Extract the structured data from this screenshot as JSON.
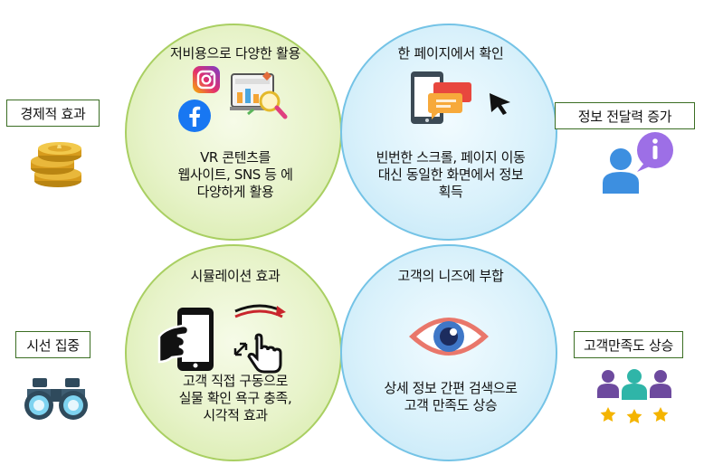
{
  "labels": {
    "economic": "경제적 효과",
    "info_delivery": "정보 전달력 증가",
    "attention": "시선 집중",
    "satisfaction": "고객만족도 상승"
  },
  "circles": [
    {
      "title": "저비용으로 다양한 활용",
      "desc": [
        "VR 콘텐츠를",
        "웹사이트, SNS 등 에",
        "다양하게 활용"
      ]
    },
    {
      "title": "한 페이지에서 확인",
      "desc": [
        "빈번한 스크롤, 페이지 이동",
        "대신 동일한 화면에서 정보",
        "획득"
      ]
    },
    {
      "title": "시뮬레이션 효과",
      "desc": [
        "고객 직접 구동으로",
        "실물 확인 욕구 충족,",
        "시각적 효과"
      ]
    },
    {
      "title": "고객의 니즈에 부합",
      "desc": [
        "상세 정보 간편 검색으로",
        "고객 만족도 상승"
      ]
    }
  ],
  "icons": {
    "coins": "coins-icon",
    "instagram": "instagram-icon",
    "facebook": "facebook-icon",
    "analytics": "analytics-icon",
    "phone_chat": "phone-chat-icon",
    "cursor": "cursor-icon",
    "person_info": "person-info-icon",
    "binoculars": "binoculars-icon",
    "hand_phone": "hand-phone-icon",
    "rotate_gesture": "rotate-gesture-icon",
    "eye": "eye-icon",
    "team_stars": "team-stars-icon"
  },
  "colors": {
    "green_circle": "#e7f3c9",
    "blue_circle": "#d9f1fb",
    "label_border": "#3b6e23"
  }
}
